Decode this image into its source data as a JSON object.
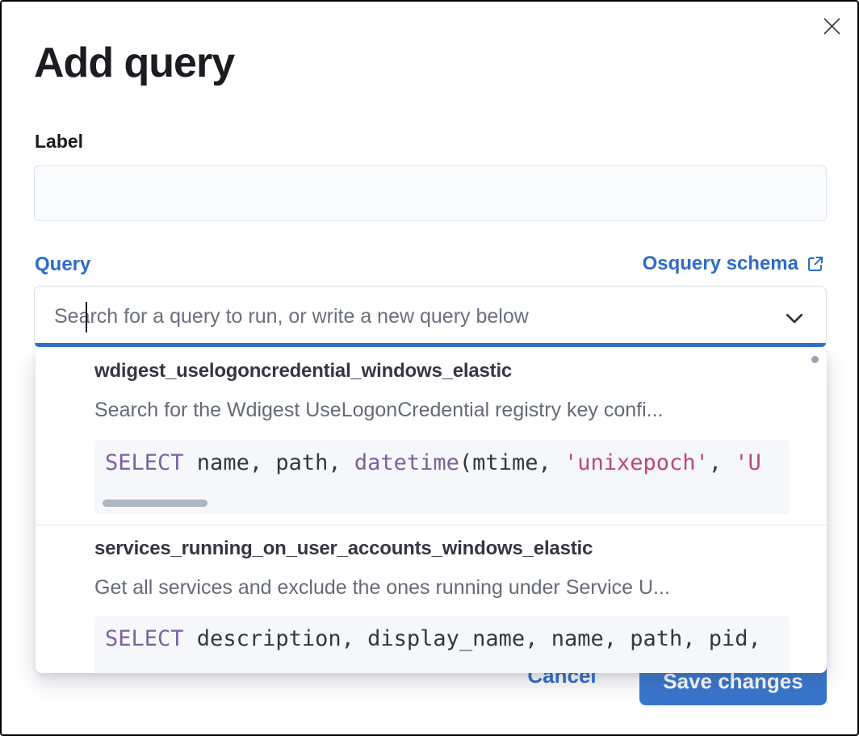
{
  "modal": {
    "title": "Add query"
  },
  "label_field": {
    "label": "Label",
    "value": ""
  },
  "query_field": {
    "label": "Query",
    "schema_link_text": "Osquery schema",
    "placeholder": "Search for a query to run, or write a new query below",
    "value": ""
  },
  "dropdown": {
    "options": [
      {
        "id": "wdigest_uselogoncredential_windows_elastic",
        "description": "Search for the Wdigest UseLogonCredential registry key confi...",
        "code": [
          {
            "text": "SELECT",
            "type": "keyword"
          },
          {
            "text": " name, path, ",
            "type": "plain"
          },
          {
            "text": "datetime",
            "type": "keyword"
          },
          {
            "text": "(mtime, ",
            "type": "plain"
          },
          {
            "text": "'unixepoch'",
            "type": "string"
          },
          {
            "text": ", ",
            "type": "plain"
          },
          {
            "text": "'U",
            "type": "string"
          }
        ]
      },
      {
        "id": "services_running_on_user_accounts_windows_elastic",
        "description": "Get all services and exclude the ones running under Service U...",
        "code": [
          {
            "text": "SELECT",
            "type": "keyword"
          },
          {
            "text": " description, display_name, name, path, pid,",
            "type": "plain"
          }
        ]
      }
    ]
  },
  "footer": {
    "cancel_label": "Cancel",
    "save_label": "Save changes"
  },
  "colors": {
    "primary_link": "#2e6cc7",
    "primary_button": "#3876cc",
    "focus_underline": "#3270c8",
    "title_text": "#1a1c21",
    "option_title": "#343741",
    "muted_text": "#69707d",
    "code_background": "#f5f7fa",
    "code_keyword": "#7c609e",
    "code_string": "#bd4a6e"
  }
}
